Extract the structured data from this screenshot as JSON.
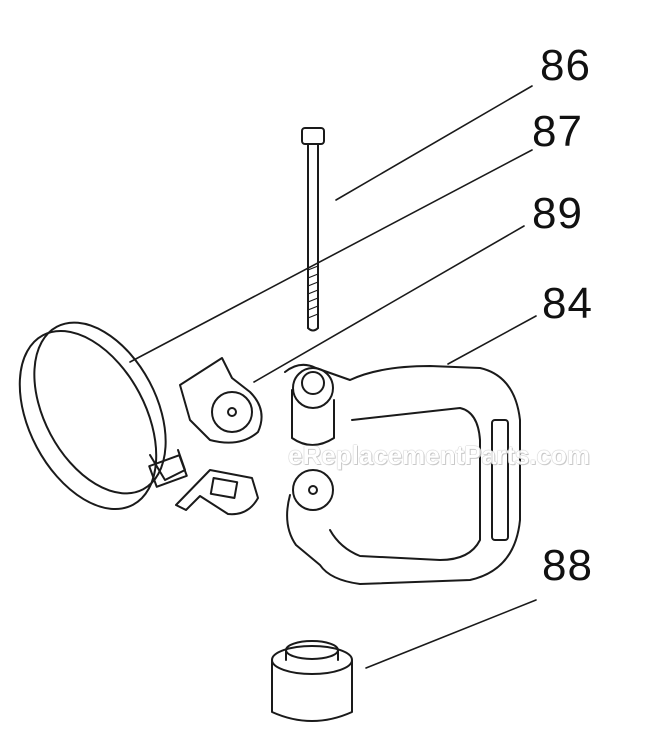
{
  "diagram": {
    "type": "exploded parts diagram",
    "callouts": [
      {
        "id": "86",
        "label": "86",
        "part": "bolt"
      },
      {
        "id": "87",
        "label": "87",
        "part": "clamp band"
      },
      {
        "id": "89",
        "label": "89",
        "part": "clamp jaws (serrated)"
      },
      {
        "id": "84",
        "label": "84",
        "part": "side handle"
      },
      {
        "id": "88",
        "label": "88",
        "part": "handle cap / knob"
      }
    ],
    "watermark": "eReplacementParts.com",
    "line_color": "#1a1a1a"
  }
}
